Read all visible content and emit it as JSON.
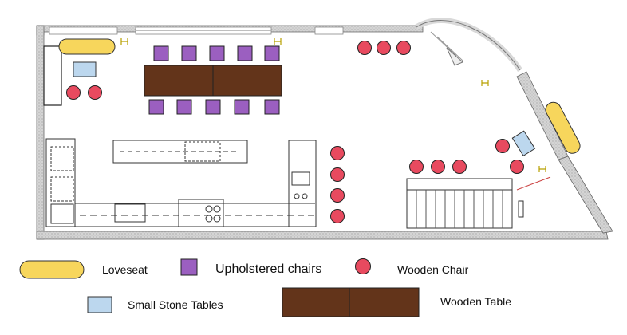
{
  "legend": {
    "loveseat": "Loveseat",
    "upholstered_chairs": "Upholstered chairs",
    "wooden_chair": "Wooden Chair",
    "small_stone_tables": "Small Stone Tables",
    "wooden_table": "Wooden Table"
  },
  "colors": {
    "loveseat": "#f7d65c",
    "upholstered_chair": "#9b5fc0",
    "wooden_chair": "#e84a5f",
    "small_stone_table": "#bcd7ee",
    "wooden_table": "#63341a",
    "wall": "#c8c8c8",
    "line": "#333333"
  }
}
